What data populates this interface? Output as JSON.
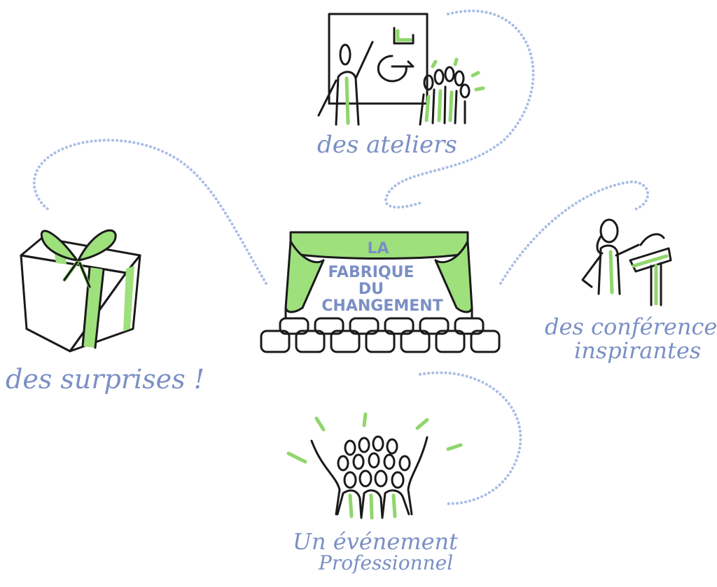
{
  "center": {
    "line1": "LA",
    "line2": "FABRIQUE",
    "line3": "DU",
    "line4": "CHANGEMENT"
  },
  "labels": {
    "ateliers": "des ateliers",
    "conferences_1": "des conférences",
    "conferences_2": "inspirantes",
    "surprises": "des surprises !",
    "evenement_1": "Un événement",
    "evenement_2": "Professionnel"
  },
  "colors": {
    "accent_green": "#9ee07c",
    "text_blue": "#7a8fc4",
    "ink": "#1a1a1a",
    "dots_blue": "#a9bde6"
  },
  "icons": [
    "workshop-icon",
    "speaker-podium-icon",
    "gift-box-icon",
    "crowd-icon",
    "theater-stage-icon"
  ]
}
